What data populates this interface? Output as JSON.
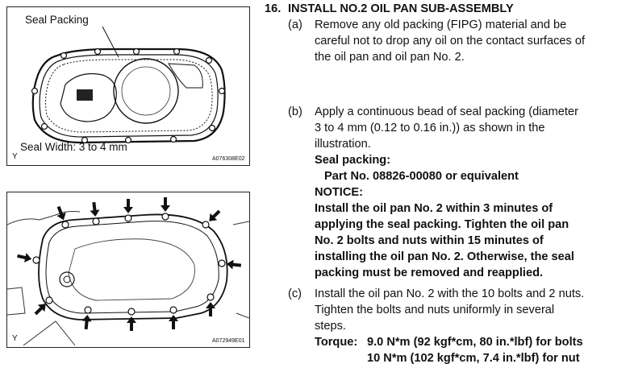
{
  "figure1": {
    "callout": "Seal Packing",
    "width_note": "Seal Width: 3 to 4 mm",
    "corner_mark": "Y",
    "code": "A076308E02"
  },
  "figure2": {
    "corner_mark": "Y",
    "code": "A072949E01",
    "arrow_count": 12
  },
  "step": {
    "number": "16.",
    "title": "INSTALL NO.2 OIL PAN SUB-ASSEMBLY",
    "a": {
      "label": "(a)",
      "lines": [
        "Remove any old packing (FIPG) material and be",
        "careful not to drop any oil on the contact surfaces of",
        "the oil pan and oil pan No. 2."
      ]
    },
    "b": {
      "label": "(b)",
      "lines": [
        "Apply a continuous bead of seal packing (diameter",
        "3 to 4 mm (0.12 to 0.16 in.)) as shown in the",
        "illustration."
      ],
      "seal_heading": "Seal packing:",
      "part_no": "Part No. 08826-00080 or equivalent",
      "notice_heading": "NOTICE:",
      "notice_lines": [
        "Install the oil pan No. 2 within 3 minutes of",
        "applying the seal packing. Tighten the oil pan",
        "No. 2 bolts and nuts within 15 minutes of",
        "installing the oil pan No. 2. Otherwise, the seal",
        "packing must be removed and reapplied."
      ]
    },
    "c": {
      "label": "(c)",
      "lines": [
        "Install the oil pan No. 2 with the 10 bolts and 2 nuts.",
        "Tighten the bolts and nuts uniformly in several",
        "steps."
      ],
      "torque_label": "Torque:",
      "torque_bolts": "9.0 N*m (92 kgf*cm, 80 in.*lbf)  for bolts",
      "torque_nut": "10 N*m (102 kgf*cm, 7.4 in.*lbf)  for nut"
    }
  }
}
